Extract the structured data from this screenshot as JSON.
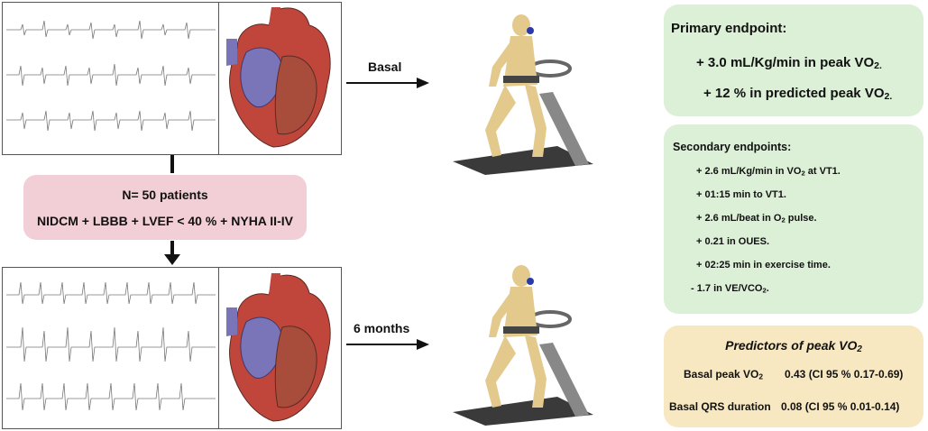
{
  "basal_label": "Basal",
  "followup_label": "6 months",
  "patients": {
    "line1": "N= 50 patients",
    "line2": "NIDCM + LBBB + LVEF < 40 % + NYHA II-IV"
  },
  "primary": {
    "title": "Primary endpoint:",
    "item1_main": "+ 3.0 mL/Kg/min in peak VO",
    "item1_sub": "2.",
    "item2_main": "+ 12 % in predicted peak VO",
    "item2_sub": "2."
  },
  "secondary": {
    "title": "Secondary endpoints:",
    "i1_a": "+ 2.6 mL/Kg/min in VO",
    "i1_sub": "2",
    "i1_b": " at VT1.",
    "i2": "+ 01:15 min to VT1.",
    "i3_a": "+ 2.6 mL/beat in O",
    "i3_sub": "2",
    "i3_b": " pulse.",
    "i4": "+ 0.21 in OUES.",
    "i5": "+ 02:25 min in exercise time.",
    "i6_a": "- 1.7 in VE/VCO",
    "i6_sub": "2",
    "i6_b": "."
  },
  "predictors": {
    "title_main": "Predictors of peak VO",
    "title_sub": "2",
    "r1_label_main": "Basal peak VO",
    "r1_label_sub": "2",
    "r1_value": "0.43 (CI 95 % 0.17-0.69)",
    "r2_label": "Basal QRS duration",
    "r2_value": "0.08 (CI 95 % 0.01-0.14)"
  },
  "colors": {
    "patients_bg": "#f2cfd6",
    "endpoint_bg": "#dcefd7",
    "predictors_bg": "#f7e8c1",
    "runner": "#e3c98b",
    "heart_red": "#c0463c",
    "heart_blue": "#7a75b8"
  },
  "icons": [
    "ecg-strip",
    "heart-anatomy",
    "treadmill-runner",
    "arrow-right",
    "arrow-down"
  ]
}
